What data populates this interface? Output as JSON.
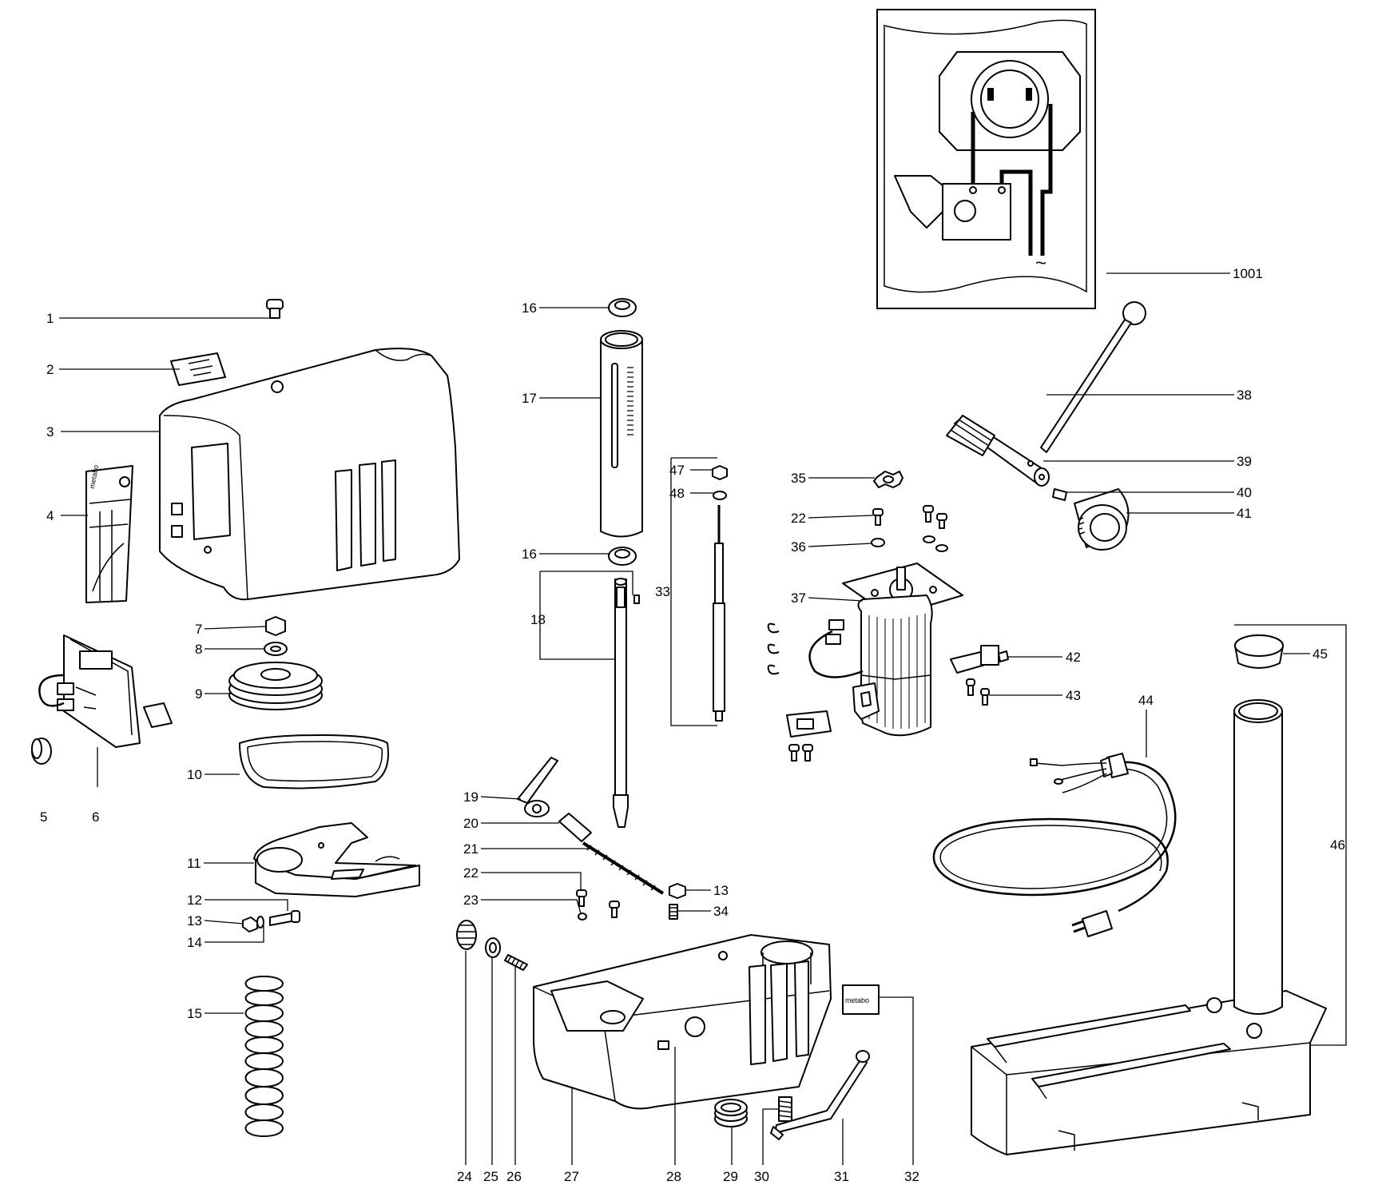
{
  "callouts": {
    "c1": "1",
    "c2": "2",
    "c3": "3",
    "c4": "4",
    "c5": "5",
    "c6": "6",
    "c7": "7",
    "c8": "8",
    "c9": "9",
    "c10": "10",
    "c11": "11",
    "c12": "12",
    "c13a": "13",
    "c13b": "13",
    "c14": "14",
    "c15": "15",
    "c16a": "16",
    "c16b": "16",
    "c17": "17",
    "c18": "18",
    "c19": "19",
    "c20": "20",
    "c21": "21",
    "c22a": "22",
    "c22b": "22",
    "c23": "23",
    "c24": "24",
    "c25": "25",
    "c26": "26",
    "c27": "27",
    "c28": "28",
    "c29": "29",
    "c30": "30",
    "c31": "31",
    "c32": "32",
    "c33": "33",
    "c34": "34",
    "c35": "35",
    "c36": "36",
    "c37": "37",
    "c38": "38",
    "c39": "39",
    "c40": "40",
    "c41": "41",
    "c42": "42",
    "c43": "43",
    "c44": "44",
    "c45": "45",
    "c46": "46",
    "c47": "47",
    "c48": "48",
    "c1001": "1001"
  },
  "wiring_symbol": "~",
  "logos": {
    "brand": "metabo"
  }
}
